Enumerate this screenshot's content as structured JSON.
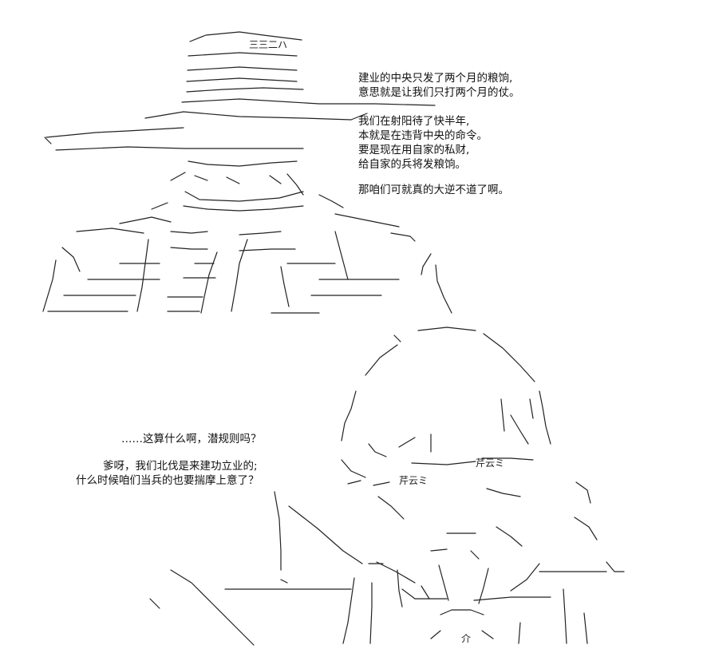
{
  "top_dialogue": {
    "lines": [
      "建业的中央只发了两个月的粮饷,",
      "意思就是让我们只打两个月的仗。",
      "我们在射阳待了快半年,",
      "本就是在违背中央的命令。",
      "要是现在用自家的私财,",
      "给自家的兵将发粮饷。",
      "那咱们可就真的大逆不道了啊。"
    ]
  },
  "bottom_dialogue": {
    "question": "……这算什么啊，潜规则吗？",
    "lines": [
      "爹呀，我们北伐是来建功立业的;",
      "什么时候咱们当兵的也要揣摩上意了？"
    ]
  },
  "art_labels": {
    "top_figure_glyphs": "三三二ハ",
    "bottom_figure_name_1": "芹云ミ",
    "bottom_figure_name_2": "芹云ミ",
    "bottom_figure_mark": "介"
  }
}
